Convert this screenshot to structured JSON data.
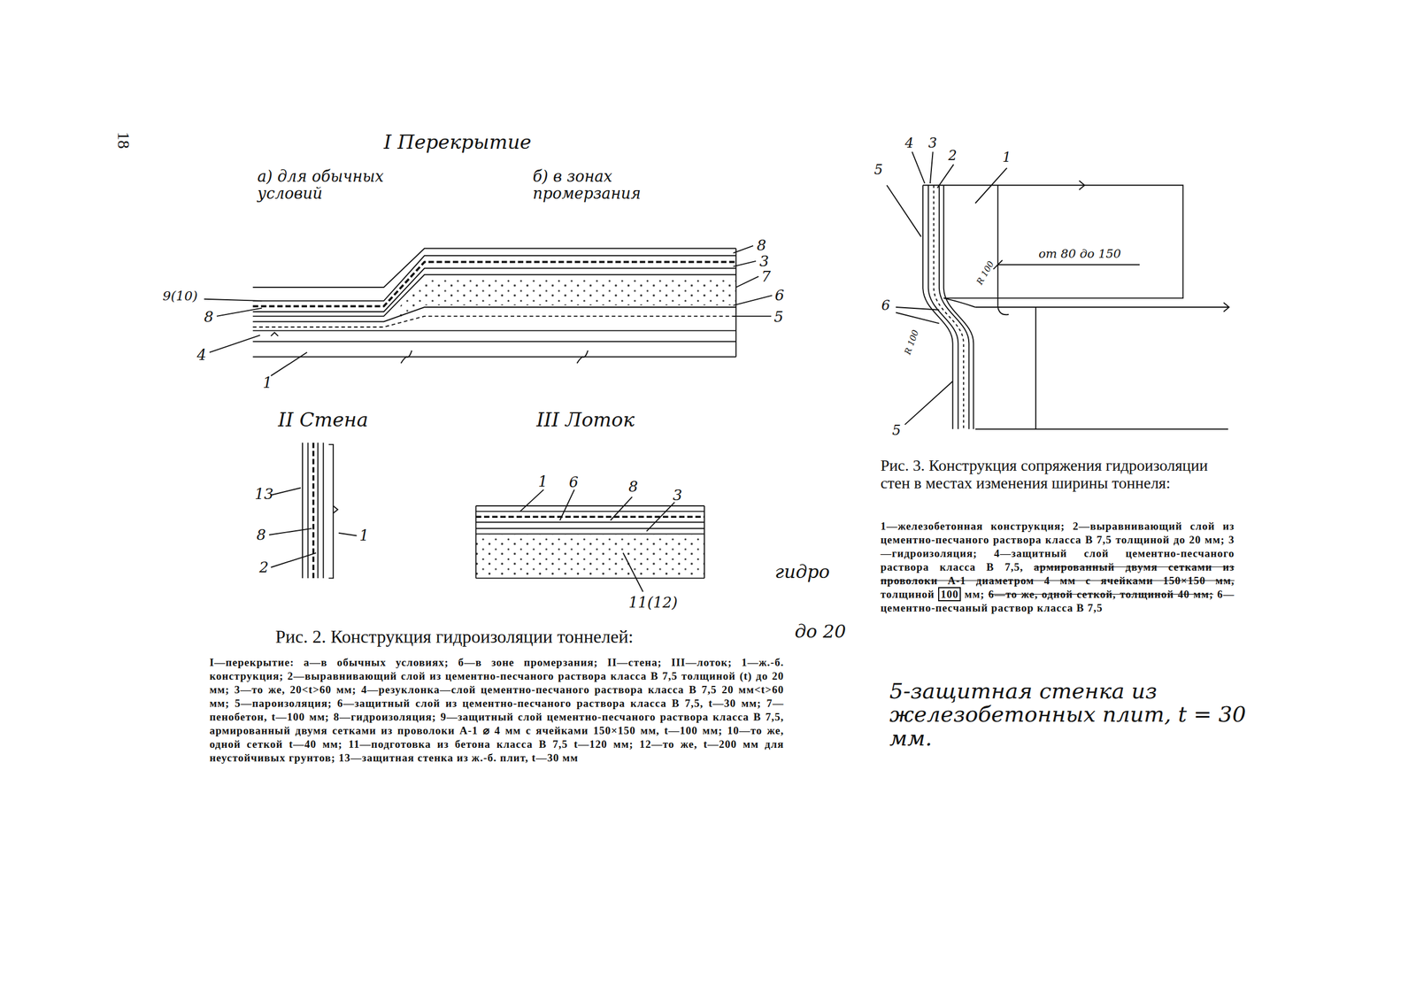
{
  "diagram": {
    "labels": [
      "18",
      "I Перекрытие",
      "а) для обычных условий",
      "б) в зонах промерзания",
      "8",
      "3",
      "7",
      "6",
      "5",
      "9(10)",
      "8",
      "4",
      "1",
      "II Стена",
      "III Лоток",
      "13",
      "8",
      "2",
      "1",
      "1",
      "6",
      "8",
      "3",
      "11(12)",
      "гидро",
      "до 20",
      "Рис. 2. Конструкция гидроизоляции тоннелей:",
      "I—перекрытие: а—в обычных условиях; б—в зоне промерзания; II—стена; III—лоток; 1—ж.-б. конструкция; 2—выравнивающий слой из цементно-песчаного раствора класса В 7,5 толщиной (t) до 20 мм; 3—то же, 20<t>60 мм; 4—резуклонка—слой цементно-песчаного раствора класса В 7,5 20 мм<t>60 мм; 5—пароизоляция; 6—защитный слой из цементно-песчаного раствора класса В 7,5, t—30 мм; 7—пенобетон, t—100 мм; 8—гидроизоляция; 9—защитный слой цементно-песчаного раствора класса В 7,5, армированный двумя сетками из проволоки А-1 ⌀ 4 мм с ячейками 150×150 мм, t—100 мм; 10—то же, одной сеткой t—40 мм; 11—подготовка из бетона класса В 7,5 t—120 мм; 12—то же, t—200 мм для неустойчивых грунтов; 13—защитная стенка из ж.-б. плит, t—30 мм",
      "4",
      "3",
      "2",
      "1",
      "5",
      "от 80 до 150",
      "R 100",
      "6",
      "R 100",
      "5",
      "Рис. 3. Конструкция сопряжения гидроизоляции стен в местах изменения ширины тоннеля:",
      "1—железобетонная конструкция; 2—выравнивающий слой из цементно-песчаного раствора класса В 7,5 толщиной до 20 мм; 3—гидроизоляция; 4—защитный слой цементно-песчаного раствора класса В 7,5,",
      "армированный двумя сетками из проволоки А-1 диаметром 4 мм с ячейками 150×150 мм,",
      "толщиной",
      "100",
      "мм;",
      "6—то же, одной сеткой, толщиной 40 мм;",
      "6—цементно-песчаный раствор класса В 7,5",
      "5-защитная стенка из железобетонных плит, t = 30 мм."
    ]
  }
}
